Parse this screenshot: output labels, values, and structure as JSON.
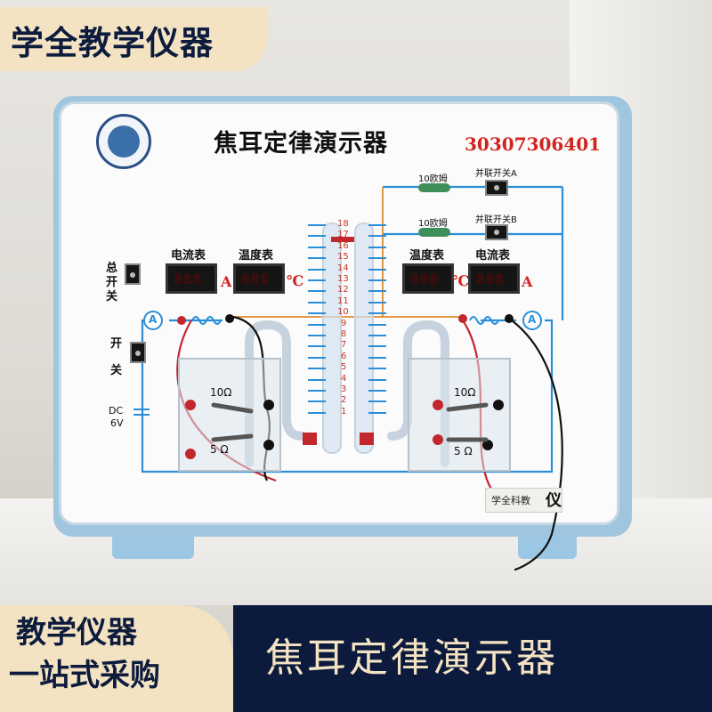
{
  "banner_top": {
    "text": "学全教学仪器"
  },
  "board": {
    "title": "焦耳定律演示器",
    "code": "30307306401",
    "main_switch_label_1": "总",
    "main_switch_label_2": "开",
    "main_switch_label_3": "关",
    "switch_label_1": "开",
    "switch_label_2": "关",
    "power_label_1": "DC",
    "power_label_2": "6V",
    "left_ammeter_label": "电流表",
    "left_thermo_label": "温度表",
    "right_thermo_label": "温度表",
    "right_ammeter_label": "电流表",
    "ammeter_unit": "A",
    "thermo_unit": "℃",
    "meter_digits": "888",
    "resistor_1_label": "10欧姆",
    "resistor_2_label": "10欧姆",
    "switch_a_label": "并联开关A",
    "switch_b_label": "并联开关B",
    "left_box_r1": "10Ω",
    "left_box_r2": "5 Ω",
    "right_box_r1": "10Ω",
    "right_box_r2": "5 Ω",
    "ammeter_symbol": "A",
    "scale": [
      "18",
      "17",
      "16",
      "15",
      "14",
      "13",
      "12",
      "11",
      "10",
      "9",
      "8",
      "7",
      "6",
      "5",
      "4",
      "3",
      "2",
      "1"
    ],
    "plate_text": "学全科教",
    "plate_suffix": "仪"
  },
  "banner_bottom_left": {
    "line1": "教学仪器",
    "line2": "一站式采购"
  },
  "banner_bottom_right": {
    "text": "焦耳定律演示器"
  },
  "colors": {
    "wire": "#2a8fd8",
    "accent_red": "#d2231f",
    "navy": "#0c1b3d",
    "cream": "#f3e3c2"
  }
}
